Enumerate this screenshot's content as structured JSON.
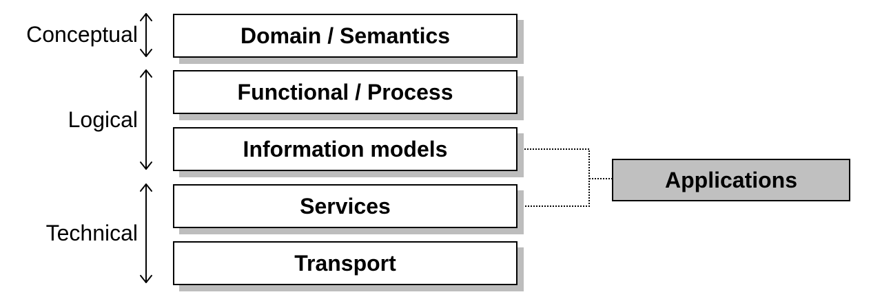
{
  "categories": {
    "conceptual": "Conceptual",
    "logical": "Logical",
    "technical": "Technical"
  },
  "layers": [
    "Domain / Semantics",
    "Functional / Process",
    "Information models",
    "Services",
    "Transport"
  ],
  "applications": "Applications",
  "colors": {
    "layer_fill": "#ffffff",
    "shadow": "#bdbdbd",
    "applications_fill": "#c0c0c0",
    "stroke": "#000000"
  }
}
